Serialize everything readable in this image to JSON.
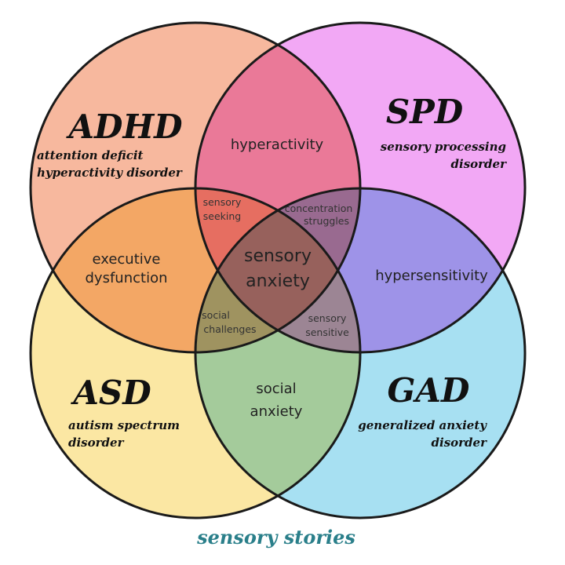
{
  "diagram": {
    "circles": [
      {
        "id": "adhd",
        "abbr": "ADHD",
        "full_line1": "attention deficit",
        "full_line2": "hyperactivity disorder",
        "color": "#f7b89e"
      },
      {
        "id": "spd",
        "abbr": "SPD",
        "full_line1": "sensory processing",
        "full_line2": "disorder",
        "color": "#f2a8f5"
      },
      {
        "id": "asd",
        "abbr": "ASD",
        "full_line1": "autism spectrum",
        "full_line2": "disorder",
        "color": "#fbe7a3"
      },
      {
        "id": "gad",
        "abbr": "GAD",
        "full_line1": "generalized anxiety",
        "full_line2": "disorder",
        "color": "#a7e0f2"
      }
    ],
    "regions": {
      "hyperactivity": "hyperactivity",
      "executive_1": "executive",
      "executive_2": "dysfunction",
      "hypersensitivity": "hypersensitivity",
      "social_anxiety_1": "social",
      "social_anxiety_2": "anxiety",
      "sensory_seeking_1": "sensory",
      "sensory_seeking_2": "seeking",
      "concentration_1": "concentration",
      "concentration_2": "struggles",
      "social_challenges_1": "social",
      "social_challenges_2": "challenges",
      "sensory_sensitive_1": "sensory",
      "sensory_sensitive_2": "sensitive",
      "center_1": "sensory",
      "center_2": "anxiety"
    },
    "caption": "sensory stories",
    "caption_color": "#2a7f8a"
  }
}
